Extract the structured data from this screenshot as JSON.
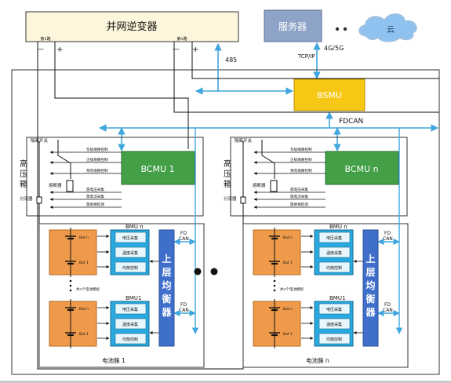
{
  "inverter": {
    "title": "并网逆变器",
    "port1": "第1路",
    "portn": "第n路",
    "minus": "—",
    "plus": "+"
  },
  "server": {
    "title": "服务器"
  },
  "cloud": {
    "title": "云"
  },
  "links": {
    "rs485": "485",
    "tcpip": "TCP/IP",
    "wireless": "4G/5G",
    "fdcan_main": "FDCAN",
    "fdcan_short": "FD",
    "can_short": "CAN"
  },
  "bsmu": {
    "title": "BSMU"
  },
  "colors": {
    "yellow": "#f7c716",
    "green": "#43a047",
    "orange": "#ef9a4a",
    "cyan": "#2aa8e0",
    "blue": "#3f6fcb",
    "server": "#8da3c7",
    "cloud": "#8fc2ee",
    "arrow": "#3fa7de",
    "inverter_fill": "#fdf6dc"
  },
  "clusters": [
    {
      "hv_box_label": "高压箱",
      "bcmu_title": "BCMU 1",
      "isolation_switch": "隔离开关",
      "fuse": "熔断器",
      "shunt": "分流器",
      "neg_relay": "负极继路控制",
      "pos_relay": "正极继路控制",
      "precharge_relay": "预充继路控制",
      "v_sample": "簇电压采集",
      "i_sample": "簇电流采集",
      "insulation": "簇绝缘检测",
      "bmu_top": "BMU n",
      "bmu_bottom": "BMU1",
      "bat_n": "Bat n",
      "bat_1": "Bat 1",
      "v_collect": "电压采集",
      "t_collect": "温度采集",
      "balance": "均衡控制",
      "modules_note": "共n个电池模组",
      "balancer": "上层均衡器",
      "cluster_label": "电池簇 1"
    },
    {
      "hv_box_label": "高压箱",
      "bcmu_title": "BCMU n",
      "isolation_switch": "隔离开关",
      "fuse": "熔断器",
      "shunt": "分流器",
      "neg_relay": "负极继路控制",
      "pos_relay": "正极继路控制",
      "precharge_relay": "预充继路控制",
      "v_sample": "簇电压采集",
      "i_sample": "簇电流采集",
      "insulation": "簇绝缘检测",
      "bmu_top": "BMU n",
      "bmu_bottom": "BMU1",
      "bat_n": "Bat n",
      "bat_1": "Bat 1",
      "v_collect": "电压采集",
      "t_collect": "温度采集",
      "balance": "均衡控制",
      "modules_note": "共n个电池模组",
      "balancer": "上层均衡器",
      "cluster_label": "电池簇 n"
    }
  ],
  "ellipsis": "• •"
}
